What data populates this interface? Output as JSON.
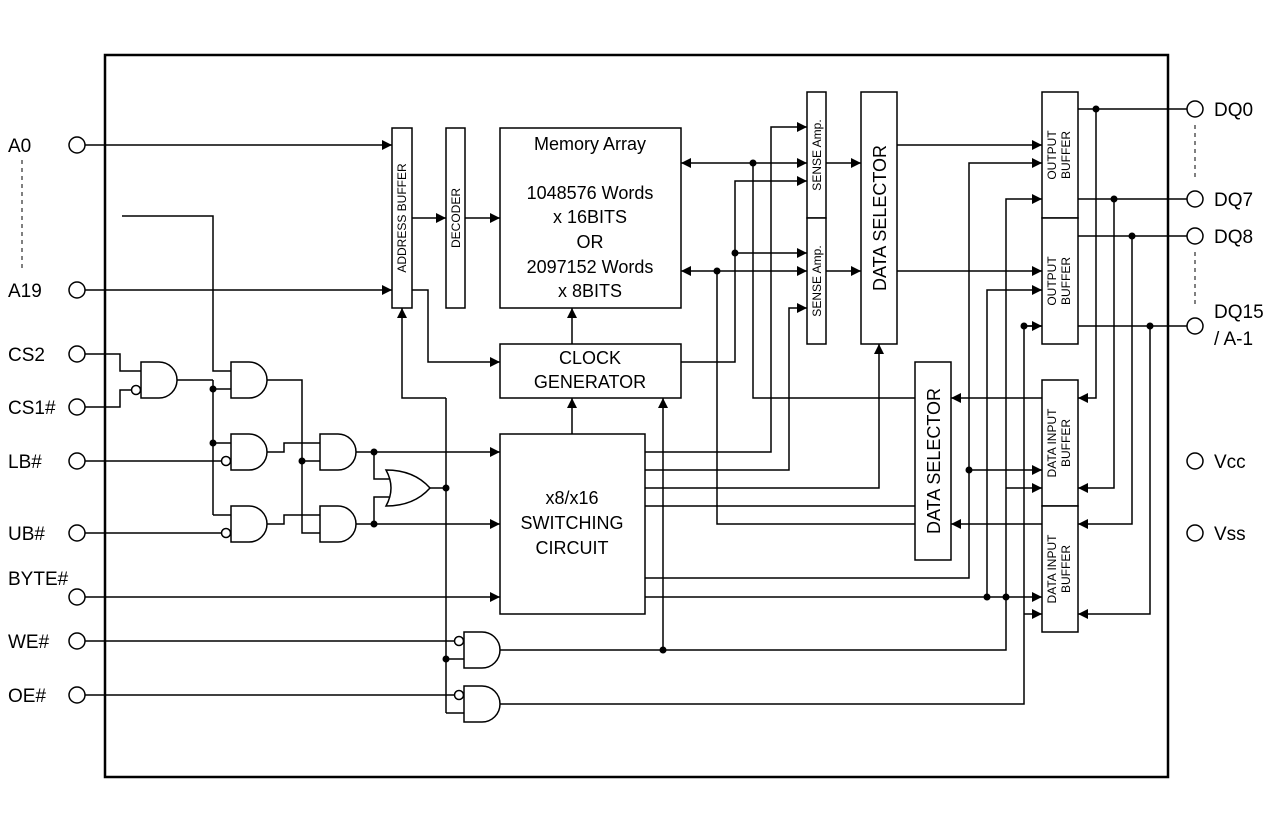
{
  "pins_left": {
    "a0": "A0",
    "a19": "A19",
    "cs2": "CS2",
    "cs1": "CS1#",
    "lb": "LB#",
    "ub": "UB#",
    "byte": "BYTE#",
    "we": "WE#",
    "oe": "OE#"
  },
  "pins_right": {
    "dq0": "DQ0",
    "dq7": "DQ7",
    "dq8": "DQ8",
    "dq15": "DQ15",
    "dq15_alt": "/ A-1",
    "vcc": "Vcc",
    "vss": "Vss"
  },
  "blocks": {
    "address_buffer": "ADDRESS BUFFER",
    "decoder": "DECODER",
    "memory_array": {
      "title": "Memory Array",
      "line1": "1048576  Words",
      "line2": "x 16BITS",
      "line3": "OR",
      "line4": "2097152 Words",
      "line5": "x 8BITS"
    },
    "sense_amp": "SENSE Amp.",
    "data_selector": "DATA SELECTOR",
    "output_buffer": [
      "OUTPUT",
      "BUFFER"
    ],
    "data_input_buffer": [
      "DATA INPUT",
      "BUFFER"
    ],
    "clock_generator": [
      "CLOCK",
      "GENERATOR"
    ],
    "switching_circuit": [
      "x8/x16",
      "SWITCHING",
      "CIRCUIT"
    ]
  }
}
